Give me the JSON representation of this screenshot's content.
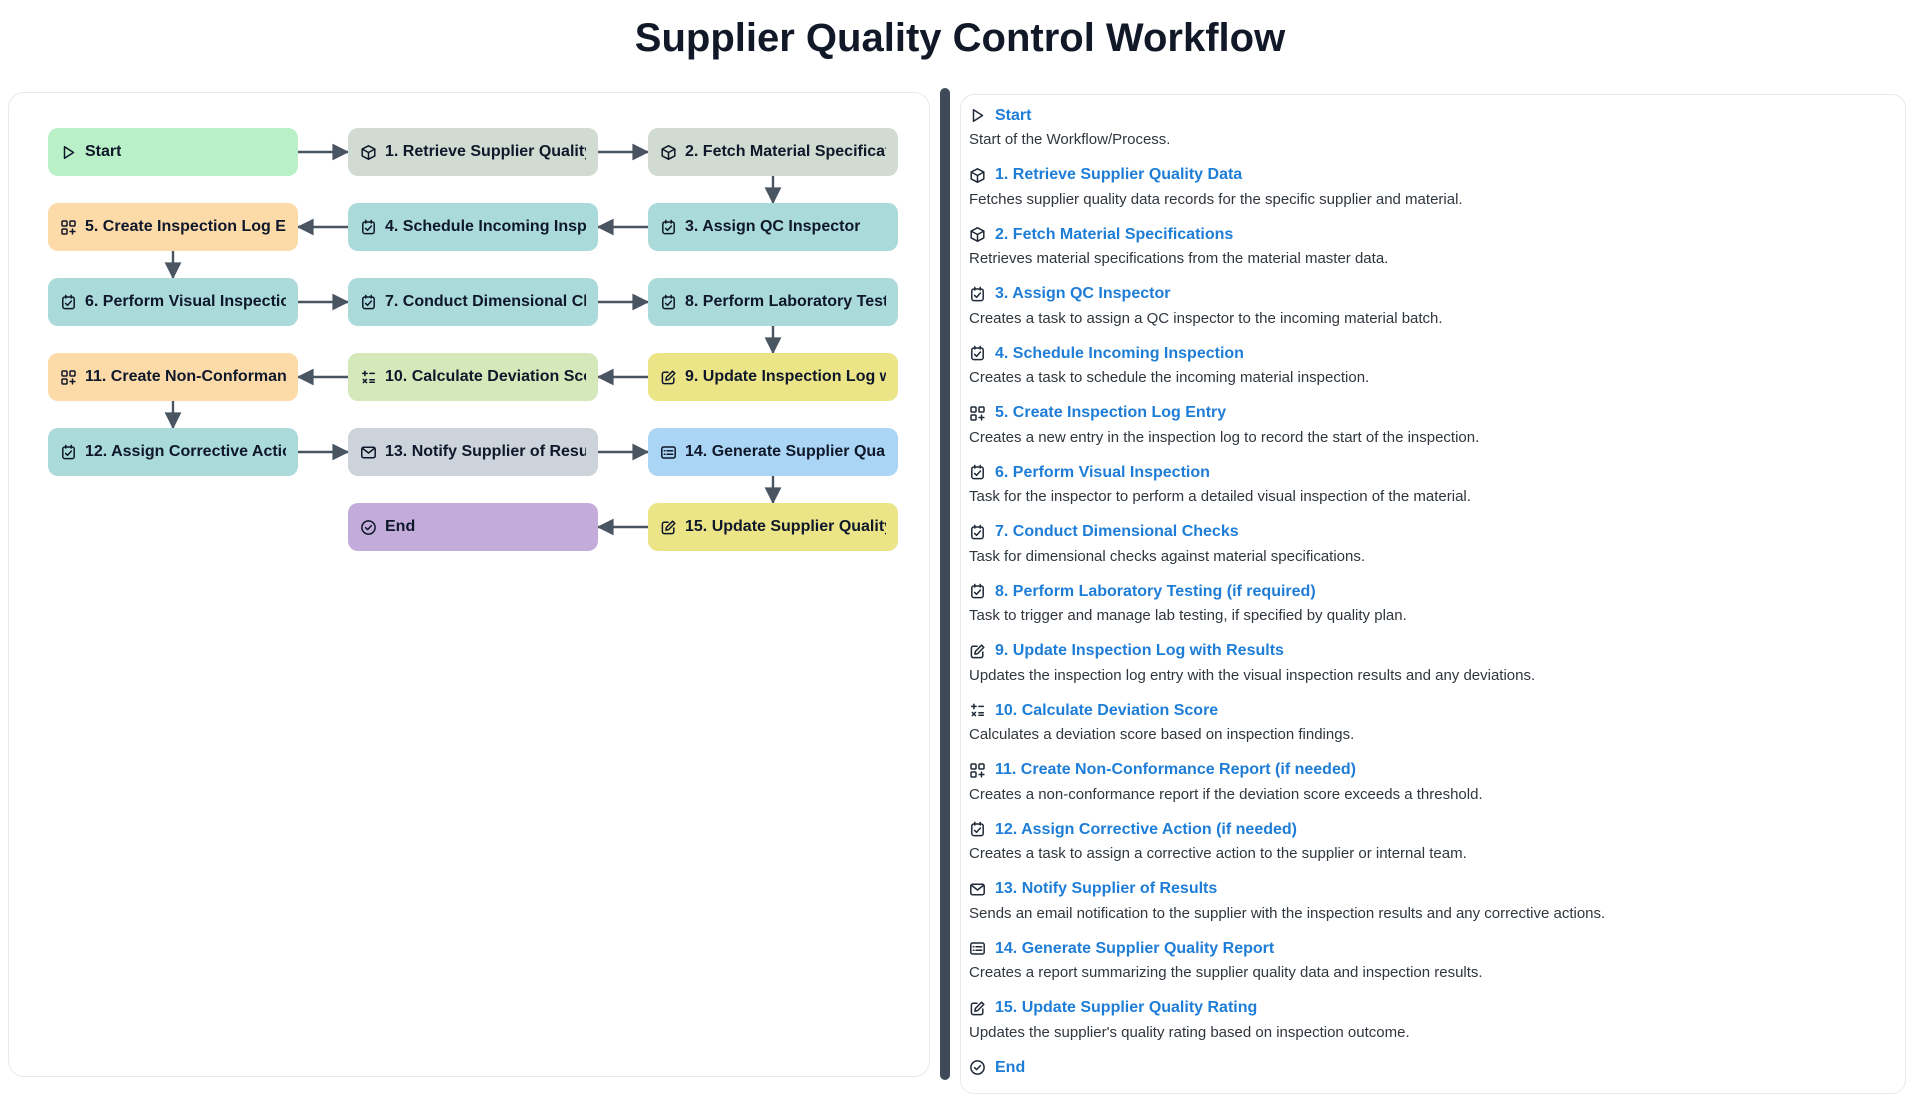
{
  "page": {
    "title": "Supplier Quality Control Workflow"
  },
  "colors": {
    "heading_blue": "#1e7dd7",
    "divider": "#3f4a59",
    "arrow": "#4a5562",
    "node_start": "#b9f0c8",
    "node_data": "#d1dbd1",
    "node_task": "#aadada",
    "node_create": "#fcdba9",
    "node_update": "#ebe588",
    "node_calculate": "#d4e8ba",
    "node_notify": "#cdd3da",
    "node_report": "#abd5f4",
    "node_end": "#c3acd9"
  },
  "steps": [
    {
      "id": "start",
      "label": "Start",
      "desc": "Start of the Workflow/Process.",
      "icon": "play-icon",
      "color": "#b9f0c8"
    },
    {
      "id": "step-1",
      "label": "1. Retrieve Supplier Quality Data",
      "desc": "Fetches supplier quality data records for the specific supplier and material.",
      "icon": "package-icon",
      "color": "#d1dbd1"
    },
    {
      "id": "step-2",
      "label": "2. Fetch Material Specifications",
      "desc": "Retrieves material specifications from the material master data.",
      "icon": "package-icon",
      "color": "#d1dbd1"
    },
    {
      "id": "step-3",
      "label": "3. Assign QC Inspector",
      "desc": "Creates a task to assign a QC inspector to the incoming material batch.",
      "icon": "task-icon",
      "color": "#aadada"
    },
    {
      "id": "step-4",
      "label": "4. Schedule Incoming Inspection",
      "desc": "Creates a task to schedule the incoming material inspection.",
      "icon": "task-icon",
      "color": "#aadada"
    },
    {
      "id": "step-5",
      "label": "5. Create Inspection Log Entry",
      "desc": "Creates a new entry in the inspection log to record the start of the inspection.",
      "icon": "grid-plus-icon",
      "color": "#fcdba9"
    },
    {
      "id": "step-6",
      "label": "6. Perform Visual Inspection",
      "desc": "Task for the inspector to perform a detailed visual inspection of the material.",
      "icon": "task-icon",
      "color": "#aadada"
    },
    {
      "id": "step-7",
      "label": "7. Conduct Dimensional Checks",
      "desc": "Task for dimensional checks against material specifications.",
      "icon": "task-icon",
      "color": "#aadada"
    },
    {
      "id": "step-8",
      "label": "8. Perform Laboratory Testing (if required)",
      "desc": "Task to trigger and manage lab testing, if specified by quality plan.",
      "icon": "task-icon",
      "color": "#aadada"
    },
    {
      "id": "step-9",
      "label": "9. Update Inspection Log with Results",
      "desc": "Updates the inspection log entry with the visual inspection results and any deviations.",
      "icon": "edit-icon",
      "color": "#ebe588"
    },
    {
      "id": "step-10",
      "label": "10. Calculate Deviation Score",
      "desc": "Calculates a deviation score based on inspection findings.",
      "icon": "calculate-icon",
      "color": "#d4e8ba"
    },
    {
      "id": "step-11",
      "label": "11. Create Non-Conformance Report (if needed)",
      "desc": "Creates a non-conformance report if the deviation score exceeds a threshold.",
      "icon": "grid-plus-icon",
      "color": "#fcdba9"
    },
    {
      "id": "step-12",
      "label": "12. Assign Corrective Action (if needed)",
      "desc": "Creates a task to assign a corrective action to the supplier or internal team.",
      "icon": "task-icon",
      "color": "#aadada"
    },
    {
      "id": "step-13",
      "label": "13. Notify Supplier of Results",
      "desc": "Sends an email notification to the supplier with the inspection results and any corrective actions.",
      "icon": "mail-icon",
      "color": "#cdd3da"
    },
    {
      "id": "step-14",
      "label": "14. Generate Supplier Quality Report",
      "desc": "Creates a report summarizing the supplier quality data and inspection results.",
      "icon": "report-icon",
      "color": "#abd5f4"
    },
    {
      "id": "step-15",
      "label": "15. Update Supplier Quality Rating",
      "desc": "Updates the supplier's quality rating based on inspection outcome.",
      "icon": "edit-icon",
      "color": "#ebe588"
    },
    {
      "id": "end",
      "label": "End",
      "desc": "",
      "icon": "check-circle-icon",
      "color": "#c3acd9"
    }
  ]
}
